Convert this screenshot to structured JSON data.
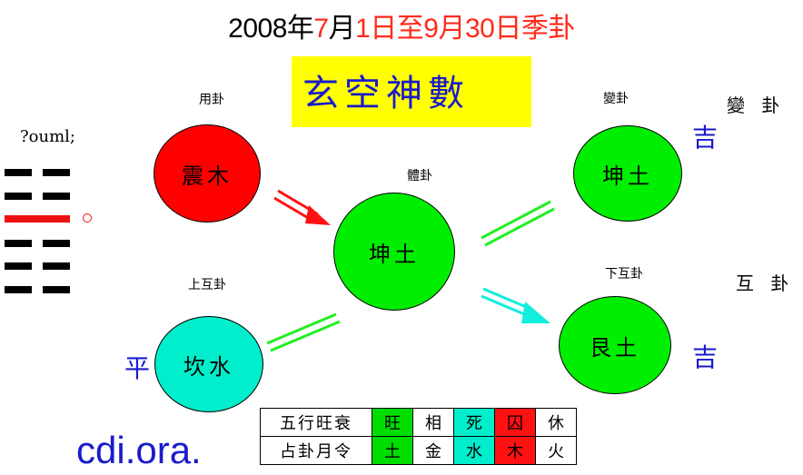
{
  "title": {
    "p1": "2008年",
    "p2": "7",
    "p3": "月",
    "p4": "1",
    "p5": "日至",
    "p6": "9",
    "p7": "月",
    "p8": "30",
    "p9": "日季卦"
  },
  "banner": "玄空神數",
  "hexagram_label": "?ouml;",
  "yong": {
    "label": "用卦",
    "name": "震木",
    "color": "#ff0000"
  },
  "ti": {
    "label": "體卦",
    "name": "坤土",
    "color": "#00ee00"
  },
  "bian": {
    "label": "變卦",
    "name": "坤土",
    "color": "#00ee00",
    "side_label": "變 卦",
    "verdict": "吉"
  },
  "shang_hu": {
    "label": "上互卦",
    "name": "坎水",
    "color": "#00eecc",
    "verdict": "平"
  },
  "xia_hu": {
    "label": "下互卦",
    "name": "艮土",
    "color": "#00ee00",
    "side_label": "互 卦",
    "verdict": "吉"
  },
  "hexagram_lines": [
    "yin",
    "yin",
    "yang-red",
    "yin",
    "yin",
    "yin"
  ],
  "table": {
    "row1_label": "五行旺衰",
    "row2_label": "占卦月令",
    "row1": [
      {
        "text": "旺",
        "color": "#00dd00"
      },
      {
        "text": "相",
        "color": "#ffffff"
      },
      {
        "text": "死",
        "color": "#00eecc"
      },
      {
        "text": "囚",
        "color": "#ff1111"
      },
      {
        "text": "休",
        "color": "#ffffff"
      }
    ],
    "row2": [
      {
        "text": "土",
        "color": "#00dd00"
      },
      {
        "text": "金",
        "color": "#ffffff"
      },
      {
        "text": "水",
        "color": "#00eecc"
      },
      {
        "text": "木",
        "color": "#ff1111"
      },
      {
        "text": "火",
        "color": "#ffffff"
      }
    ]
  },
  "watermark": "cdi.ora.",
  "colors": {
    "green_link": "#22ee22",
    "red_arrow": "#ff1111",
    "cyan_arrow": "#11eedd",
    "blue_text": "#1a1acc"
  }
}
